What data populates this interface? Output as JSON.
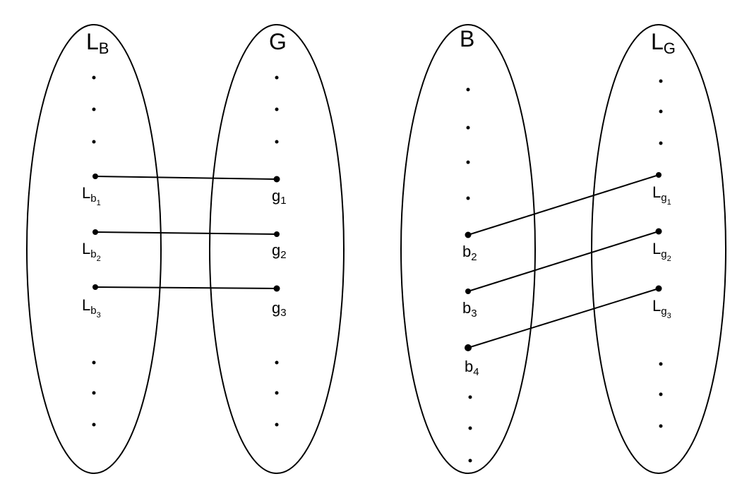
{
  "sets": {
    "lb": {
      "base": "L",
      "sub": "B"
    },
    "g": {
      "base": "G"
    },
    "b": {
      "base": "B"
    },
    "lg": {
      "base": "L",
      "sub": "G"
    }
  },
  "nodes": {
    "lb1": {
      "base": "L",
      "sub": "b",
      "subsub": "1"
    },
    "lb2": {
      "base": "L",
      "sub": "b",
      "subsub": "2"
    },
    "lb3": {
      "base": "L",
      "sub": "b",
      "subsub": "3"
    },
    "g1": {
      "base": "g",
      "sub": "1"
    },
    "g2": {
      "base": "g",
      "sub": "2"
    },
    "g3": {
      "base": "g",
      "sub": "3"
    },
    "b2": {
      "base": "b",
      "sub": "2"
    },
    "b3": {
      "base": "b",
      "sub": "3"
    },
    "b4": {
      "base": "b",
      "sub": "4"
    },
    "lg1": {
      "base": "L",
      "sub": "g",
      "subsub": "1"
    },
    "lg2": {
      "base": "L",
      "sub": "g",
      "subsub": "2"
    },
    "lg3": {
      "base": "L",
      "sub": "g",
      "subsub": "3"
    }
  }
}
